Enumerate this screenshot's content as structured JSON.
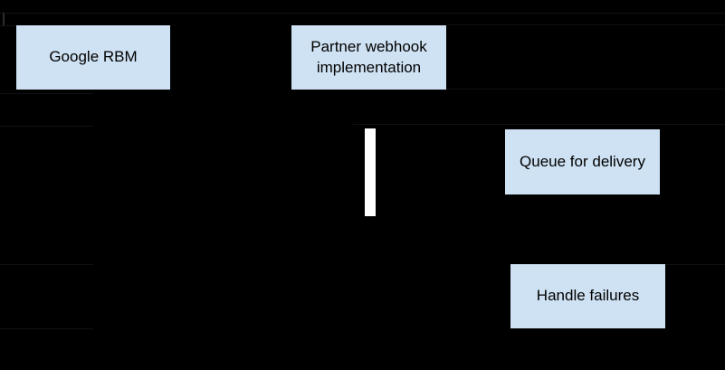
{
  "diagram": {
    "type": "sequence-diagram",
    "colors": {
      "background": "#000000",
      "box_fill": "#cfe2f3",
      "box_text": "#000000",
      "activation_bar": "#ffffff",
      "faint_line": "#111116"
    },
    "participants": [
      {
        "label": "Google RBM"
      },
      {
        "label": "Partner webhook implementation"
      }
    ],
    "notes": [
      {
        "label": "Queue for delivery"
      },
      {
        "label": "Handle failures"
      }
    ]
  }
}
